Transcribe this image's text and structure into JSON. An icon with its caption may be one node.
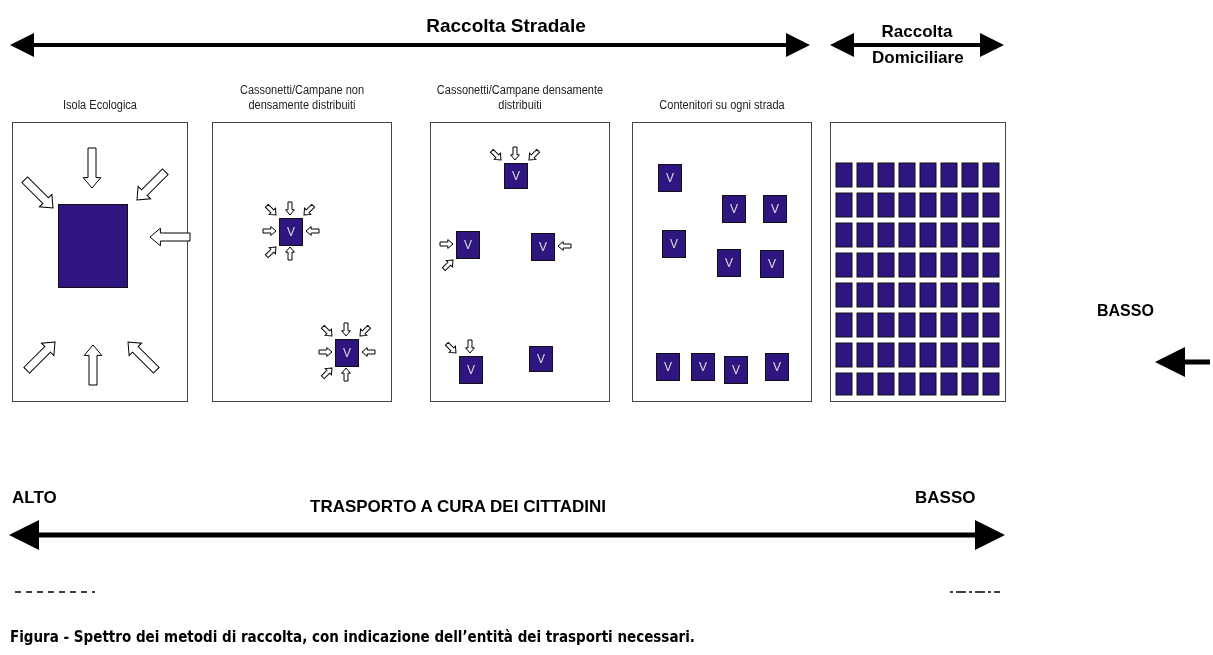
{
  "diagram": {
    "caption": "Figura - Spettro dei metodi di raccolta, con indicazione dell’entità dei trasporti necessari.",
    "nodes": [
      {
        "text": [
          "Isola Ecologica"
        ]
      },
      {
        "text": [],
        "shape": "box",
        "in": 0
      },
      {
        "text": [
          "Cassonetti/Campane non densamente distribuiti"
        ]
      },
      {
        "text": [
          "V"
        ],
        "in": 2
      },
      {
        "text": [
          "V"
        ],
        "in": 2
      },
      {
        "text": [
          "Cassonetti/Campane densamente distribuiti"
        ]
      },
      {
        "text": [
          "V"
        ],
        "in": 5
      },
      {
        "text": [
          "V"
        ],
        "in": 5
      },
      {
        "text": [
          "V"
        ],
        "in": 5
      },
      {
        "text": [
          "V"
        ],
        "in": 5
      },
      {
        "text": [
          "V"
        ],
        "in": 5
      },
      {
        "text": [
          "Contenitori su ogni strada"
        ]
      },
      {
        "text": [
          "V"
        ],
        "in": 11
      },
      {
        "text": [
          "V"
        ],
        "in": 11
      },
      {
        "text": [
          "V"
        ],
        "in": 11
      },
      {
        "text": [
          "V"
        ],
        "in": 11
      },
      {
        "text": [
          "V"
        ],
        "in": 11
      },
      {
        "text": [
          "V"
        ],
        "in": 11
      },
      {
        "text": [
          "V"
        ],
        "in": 11
      },
      {
        "text": [
          "V"
        ],
        "in": 11
      },
      {
        "text": [
          "V"
        ],
        "in": 11
      },
      {
        "text": [
          "V"
        ],
        "in": 11
      },
      {
        "text": [],
        "shape": "box"
      }
    ],
    "labels": [
      "Raccolta Stradale",
      "Raccolta Domiciliare",
      "BASSO",
      "ALTO",
      "TRASPORTO A CURA DEI CITTADINI",
      "BASSO"
    ]
  }
}
